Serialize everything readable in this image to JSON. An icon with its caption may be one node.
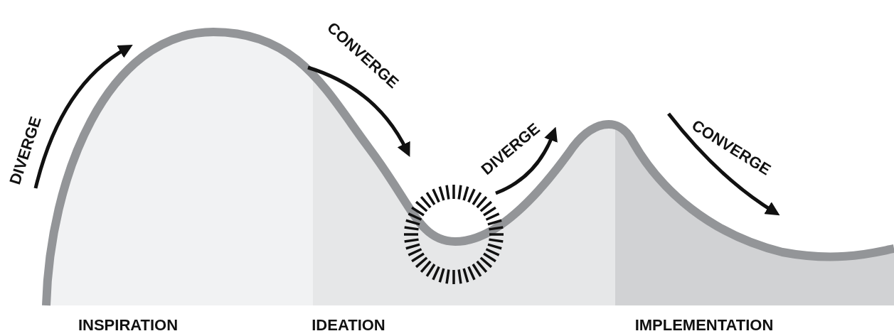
{
  "diagram": {
    "labels": [
      "DIVERGE",
      "CONVERGE",
      "DIVERGE",
      "CONVERGE",
      "INSPIRATION",
      "IDEATION",
      "IMPLEMENTATION"
    ]
  }
}
